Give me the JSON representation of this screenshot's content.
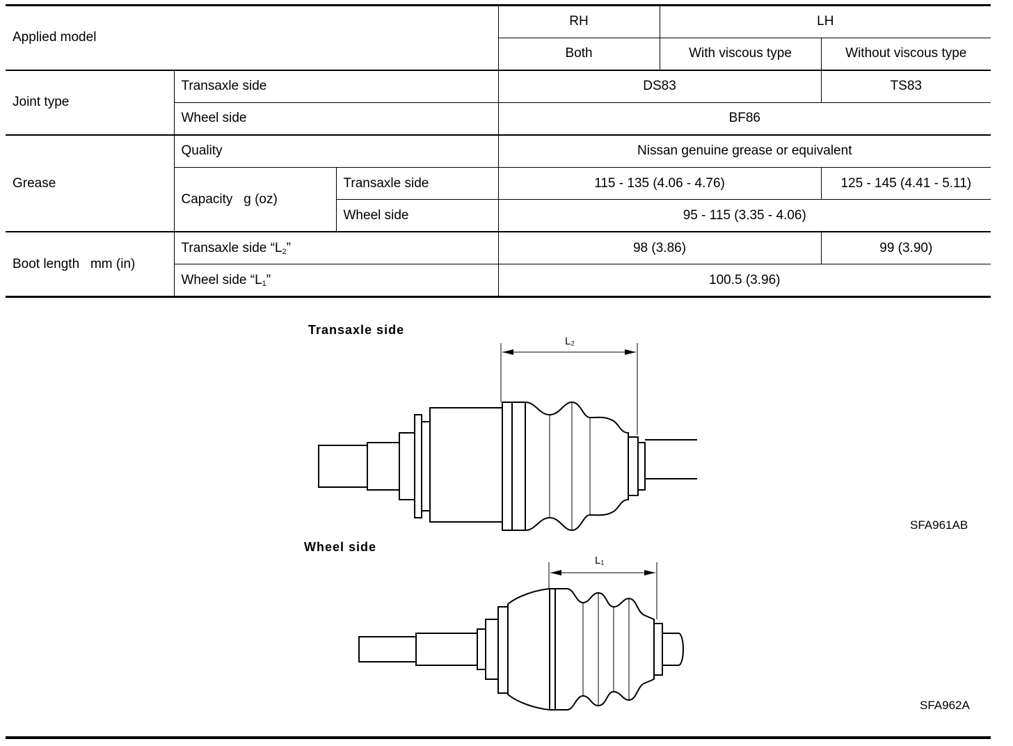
{
  "table": {
    "applied_model": "Applied model",
    "rh": "RH",
    "lh": "LH",
    "both": "Both",
    "with_viscous": "With viscous type",
    "without_viscous": "Without viscous type",
    "joint_type": "Joint type",
    "transaxle_side": "Transaxle side",
    "wheel_side": "Wheel side",
    "joint_transaxle_value": "DS83",
    "joint_transaxle_value_without": "TS83",
    "joint_wheel_value": "BF86",
    "grease": "Grease",
    "quality": "Quality",
    "quality_value": "Nissan genuine grease or equivalent",
    "capacity": "Capacity   g (oz)",
    "capacity_transaxle_value": "115 - 135 (4.06 - 4.76)",
    "capacity_transaxle_value_without": "125 - 145 (4.41 - 5.11)",
    "capacity_wheel_value": "95 - 115 (3.35 - 4.06)",
    "boot_length": "Boot length   mm (in)",
    "boot_transaxle_label": "Transaxle side “L",
    "boot_transaxle_sub": "2",
    "boot_wheel_label": "Wheel side “L",
    "boot_wheel_sub": "1",
    "close_quote": "”",
    "boot_transaxle_value": "98 (3.86)",
    "boot_transaxle_value_without": "99 (3.90)",
    "boot_wheel_value": "100.5 (3.96)"
  },
  "figures": {
    "transaxle_title": "Transaxle side",
    "transaxle_dim": "L₂",
    "transaxle_code": "SFA961AB",
    "wheel_title": "Wheel side",
    "wheel_dim": "L₁",
    "wheel_code": "SFA962A"
  }
}
